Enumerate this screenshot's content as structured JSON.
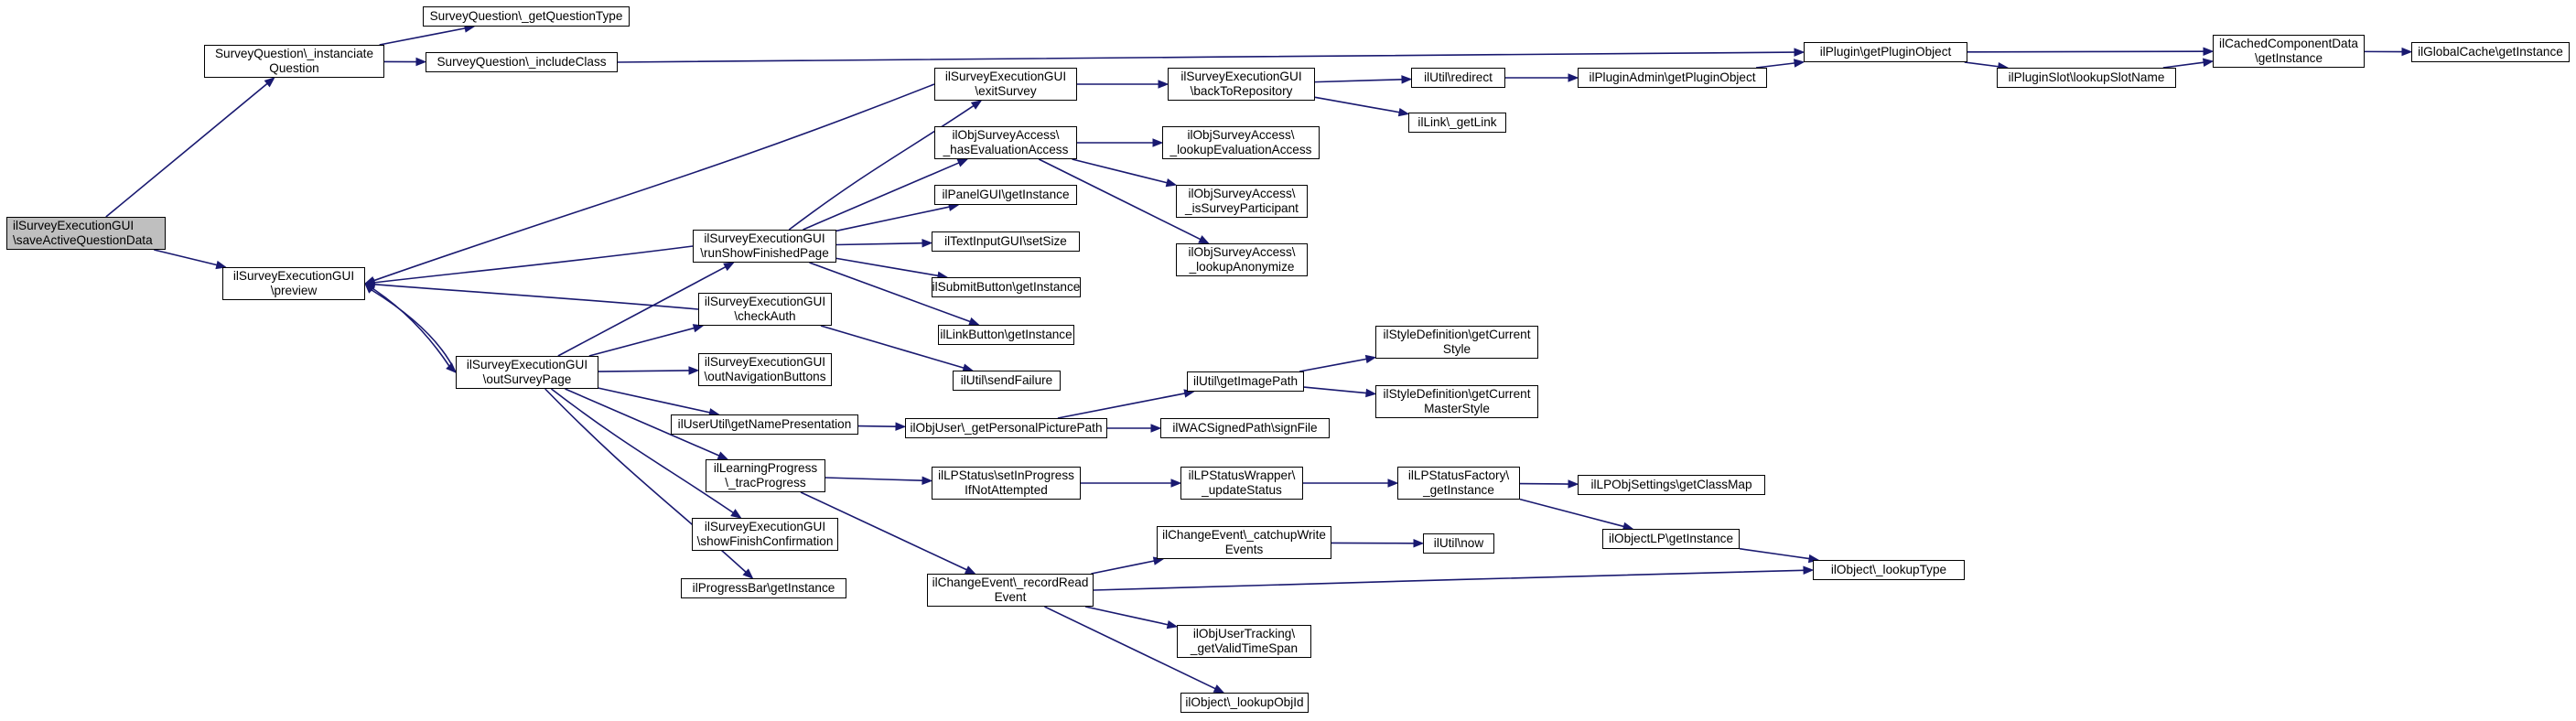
{
  "nodes": [
    {
      "id": "n_save",
      "label": "ilSurveyExecutionGUI\n\\saveActiveQuestionData",
      "root": true
    },
    {
      "id": "n_inst",
      "label": "SurveyQuestion\\_instanciate\nQuestion"
    },
    {
      "id": "n_gqt",
      "label": "SurveyQuestion\\_getQuestionType"
    },
    {
      "id": "n_incl",
      "label": "SurveyQuestion\\_includeClass"
    },
    {
      "id": "n_prev",
      "label": "ilSurveyExecutionGUI\n\\preview"
    },
    {
      "id": "n_out",
      "label": "ilSurveyExecutionGUI\n\\outSurveyPage"
    },
    {
      "id": "n_exit",
      "label": "ilSurveyExecutionGUI\n\\exitSurvey"
    },
    {
      "id": "n_back",
      "label": "ilSurveyExecutionGUI\n\\backToRepository"
    },
    {
      "id": "n_redir",
      "label": "ilUtil\\redirect"
    },
    {
      "id": "n_link",
      "label": "ilLink\\_getLink"
    },
    {
      "id": "n_padm",
      "label": "ilPluginAdmin\\getPluginObject"
    },
    {
      "id": "n_pgo",
      "label": "ilPlugin\\getPluginObject"
    },
    {
      "id": "n_pslot",
      "label": "ilPluginSlot\\lookupSlotName"
    },
    {
      "id": "n_ccd",
      "label": "ilCachedComponentData\n\\getInstance"
    },
    {
      "id": "n_gc",
      "label": "ilGlobalCache\\getInstance"
    },
    {
      "id": "n_hea",
      "label": "ilObjSurveyAccess\\\n_hasEvaluationAccess"
    },
    {
      "id": "n_lea",
      "label": "ilObjSurveyAccess\\\n_lookupEvaluationAccess"
    },
    {
      "id": "n_isp",
      "label": "ilObjSurveyAccess\\\n_isSurveyParticipant"
    },
    {
      "id": "n_lan",
      "label": "ilObjSurveyAccess\\\n_lookupAnonymize"
    },
    {
      "id": "n_rsf",
      "label": "ilSurveyExecutionGUI\n\\runShowFinishedPage"
    },
    {
      "id": "n_panel",
      "label": "ilPanelGUI\\getInstance"
    },
    {
      "id": "n_text",
      "label": "ilTextInputGUI\\setSize"
    },
    {
      "id": "n_submit",
      "label": "ilSubmitButton\\getInstance"
    },
    {
      "id": "n_linkbtn",
      "label": "ilLinkButton\\getInstance"
    },
    {
      "id": "n_auth",
      "label": "ilSurveyExecutionGUI\n\\checkAuth"
    },
    {
      "id": "n_sendf",
      "label": "ilUtil\\sendFailure"
    },
    {
      "id": "n_onav",
      "label": "ilSurveyExecutionGUI\n\\outNavigationButtons"
    },
    {
      "id": "n_unp",
      "label": "ilUserUtil\\getNamePresentation"
    },
    {
      "id": "n_ppp",
      "label": "ilObjUser\\_getPersonalPicturePath"
    },
    {
      "id": "n_gip",
      "label": "ilUtil\\getImagePath"
    },
    {
      "id": "n_sdc",
      "label": "ilStyleDefinition\\getCurrent\nStyle"
    },
    {
      "id": "n_sdm",
      "label": "ilStyleDefinition\\getCurrent\nMasterStyle"
    },
    {
      "id": "n_wac",
      "label": "ilWACSignedPath\\signFile"
    },
    {
      "id": "n_ltp",
      "label": "ilLearningProgress\n\\_tracProgress"
    },
    {
      "id": "n_lps",
      "label": "ilLPStatus\\setInProgress\nIfNotAttempted"
    },
    {
      "id": "n_lpsw",
      "label": "ilLPStatusWrapper\\\n_updateStatus"
    },
    {
      "id": "n_lpsf",
      "label": "ilLPStatusFactory\\\n_getInstance"
    },
    {
      "id": "n_lpos",
      "label": "ilLPObjSettings\\getClassMap"
    },
    {
      "id": "n_olp",
      "label": "ilObjectLP\\getInstance"
    },
    {
      "id": "n_olt",
      "label": "ilObject\\_lookupType"
    },
    {
      "id": "n_sfc",
      "label": "ilSurveyExecutionGUI\n\\showFinishConfirmation"
    },
    {
      "id": "n_pbar",
      "label": "ilProgressBar\\getInstance"
    },
    {
      "id": "n_crr",
      "label": "ilChangeEvent\\_recordRead\nEvent"
    },
    {
      "id": "n_ccw",
      "label": "ilChangeEvent\\_catchupWrite\nEvents"
    },
    {
      "id": "n_now",
      "label": "ilUtil\\now"
    },
    {
      "id": "n_ut",
      "label": "ilObjUserTracking\\\n_getValidTimeSpan"
    },
    {
      "id": "n_loid",
      "label": "ilObject\\_lookupObjId"
    }
  ],
  "edges": [
    [
      "n_save",
      "n_inst"
    ],
    [
      "n_save",
      "n_prev"
    ],
    [
      "n_inst",
      "n_gqt"
    ],
    [
      "n_inst",
      "n_incl"
    ],
    [
      "n_incl",
      "n_pgo"
    ],
    [
      "n_prev",
      "n_out"
    ],
    [
      "n_out",
      "n_prev"
    ],
    [
      "n_out",
      "n_rsf"
    ],
    [
      "n_out",
      "n_auth"
    ],
    [
      "n_out",
      "n_onav"
    ],
    [
      "n_out",
      "n_unp"
    ],
    [
      "n_out",
      "n_ltp"
    ],
    [
      "n_out",
      "n_sfc"
    ],
    [
      "n_out",
      "n_pbar"
    ],
    [
      "n_exit",
      "n_prev"
    ],
    [
      "n_exit",
      "n_back"
    ],
    [
      "n_back",
      "n_redir"
    ],
    [
      "n_back",
      "n_link"
    ],
    [
      "n_redir",
      "n_padm"
    ],
    [
      "n_padm",
      "n_pgo"
    ],
    [
      "n_pgo",
      "n_pslot"
    ],
    [
      "n_pgo",
      "n_ccd"
    ],
    [
      "n_pslot",
      "n_ccd"
    ],
    [
      "n_ccd",
      "n_gc"
    ],
    [
      "n_rsf",
      "n_prev"
    ],
    [
      "n_rsf",
      "n_exit"
    ],
    [
      "n_rsf",
      "n_hea"
    ],
    [
      "n_rsf",
      "n_panel"
    ],
    [
      "n_rsf",
      "n_text"
    ],
    [
      "n_rsf",
      "n_submit"
    ],
    [
      "n_rsf",
      "n_linkbtn"
    ],
    [
      "n_hea",
      "n_lea"
    ],
    [
      "n_hea",
      "n_isp"
    ],
    [
      "n_hea",
      "n_lan"
    ],
    [
      "n_auth",
      "n_prev"
    ],
    [
      "n_auth",
      "n_sendf"
    ],
    [
      "n_unp",
      "n_ppp"
    ],
    [
      "n_ppp",
      "n_gip"
    ],
    [
      "n_ppp",
      "n_wac"
    ],
    [
      "n_gip",
      "n_sdc"
    ],
    [
      "n_gip",
      "n_sdm"
    ],
    [
      "n_ltp",
      "n_lps"
    ],
    [
      "n_ltp",
      "n_crr"
    ],
    [
      "n_lps",
      "n_lpsw"
    ],
    [
      "n_lpsw",
      "n_lpsf"
    ],
    [
      "n_lpsf",
      "n_lpos"
    ],
    [
      "n_lpsf",
      "n_olp"
    ],
    [
      "n_olp",
      "n_olt"
    ],
    [
      "n_crr",
      "n_ccw"
    ],
    [
      "n_crr",
      "n_olt"
    ],
    [
      "n_crr",
      "n_ut"
    ],
    [
      "n_crr",
      "n_loid"
    ],
    [
      "n_ccw",
      "n_now"
    ]
  ],
  "colors": {
    "edge": "#191970",
    "root_fill": "#bfbfbf",
    "node_border": "#000000",
    "node_fill": "#ffffff"
  }
}
